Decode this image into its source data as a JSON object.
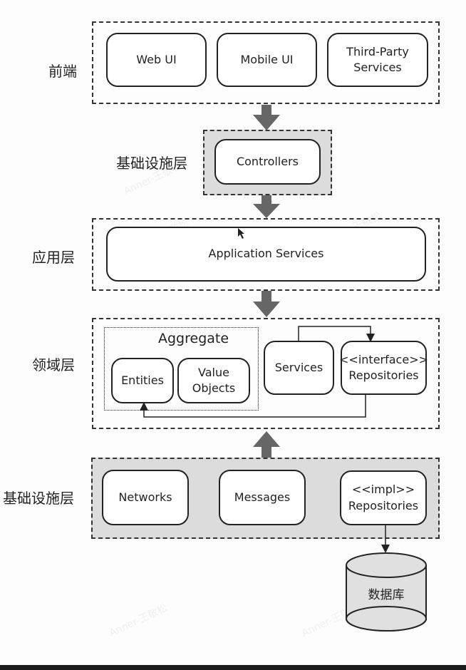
{
  "layers": {
    "frontend": {
      "label": "前端",
      "boxes": [
        "Web UI",
        "Mobile UI",
        "Third-Party\nServices"
      ]
    },
    "infra_top": {
      "label": "基础设施层",
      "boxes": [
        "Controllers"
      ]
    },
    "application": {
      "label": "应用层",
      "boxes": [
        "Application Services"
      ]
    },
    "domain": {
      "label": "领域层",
      "aggregate": {
        "title": "Aggregate",
        "boxes": [
          "Entities",
          "Value\nObjects"
        ]
      },
      "boxes": [
        "Services",
        "<<interface>>\nRepositories"
      ]
    },
    "infra_bottom": {
      "label": "基础设施层",
      "boxes": [
        "Networks",
        "Messages",
        "<<impl>>\nRepositories"
      ]
    }
  },
  "database": {
    "label": "数据库"
  },
  "watermark": "Anner-王敬松",
  "colors": {
    "arrow": "#666666",
    "shade": "#dcdcdc",
    "line": "#222222"
  }
}
